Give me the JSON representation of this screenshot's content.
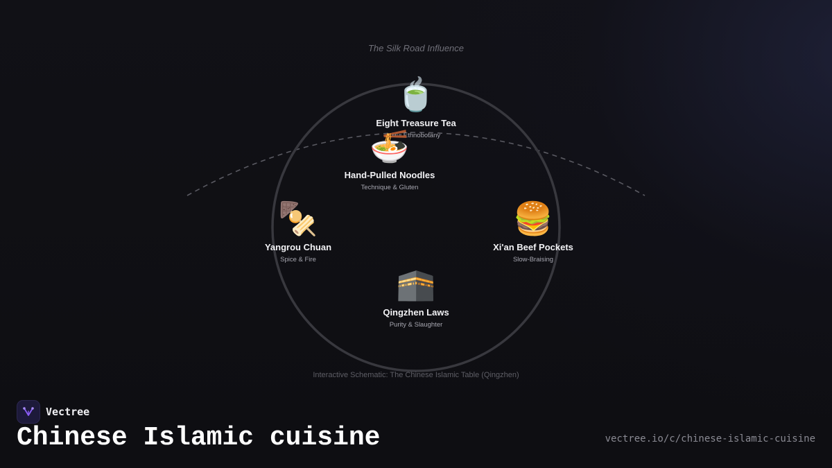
{
  "schematic": {
    "title": "The Silk Road Influence",
    "caption": "Interactive Schematic: The Chinese Islamic Table (Qingzhen)"
  },
  "nodes": [
    {
      "id": "tea",
      "icon": "teacup-icon",
      "emoji": "🍵",
      "label": "Eight Treasure Tea",
      "sub": "Hui Ethnobotany"
    },
    {
      "id": "noodles",
      "icon": "noodle-bowl-icon",
      "emoji": "🍜",
      "label": "Hand-Pulled Noodles",
      "sub": "Technique & Gluten"
    },
    {
      "id": "chuan",
      "icon": "skewer-icon",
      "emoji": "🍢",
      "label": "Yangrou Chuan",
      "sub": "Spice & Fire"
    },
    {
      "id": "beef",
      "icon": "burger-icon",
      "emoji": "🍔",
      "label": "Xi'an Beef Pockets",
      "sub": "Slow-Braising"
    },
    {
      "id": "laws",
      "icon": "kaaba-icon",
      "emoji": "🕋",
      "label": "Qingzhen Laws",
      "sub": "Purity & Slaughter"
    }
  ],
  "brand": {
    "name": "Vectree",
    "logo_icon": "vectree-logo-icon",
    "accent": "#8b5cf6"
  },
  "page": {
    "title": "Chinese Islamic cuisine",
    "url": "vectree.io/c/chinese-islamic-cuisine"
  },
  "colors": {
    "background": "#0f0f13",
    "ring": "#3a3a40",
    "dashed_arc": "#5a5a62"
  }
}
